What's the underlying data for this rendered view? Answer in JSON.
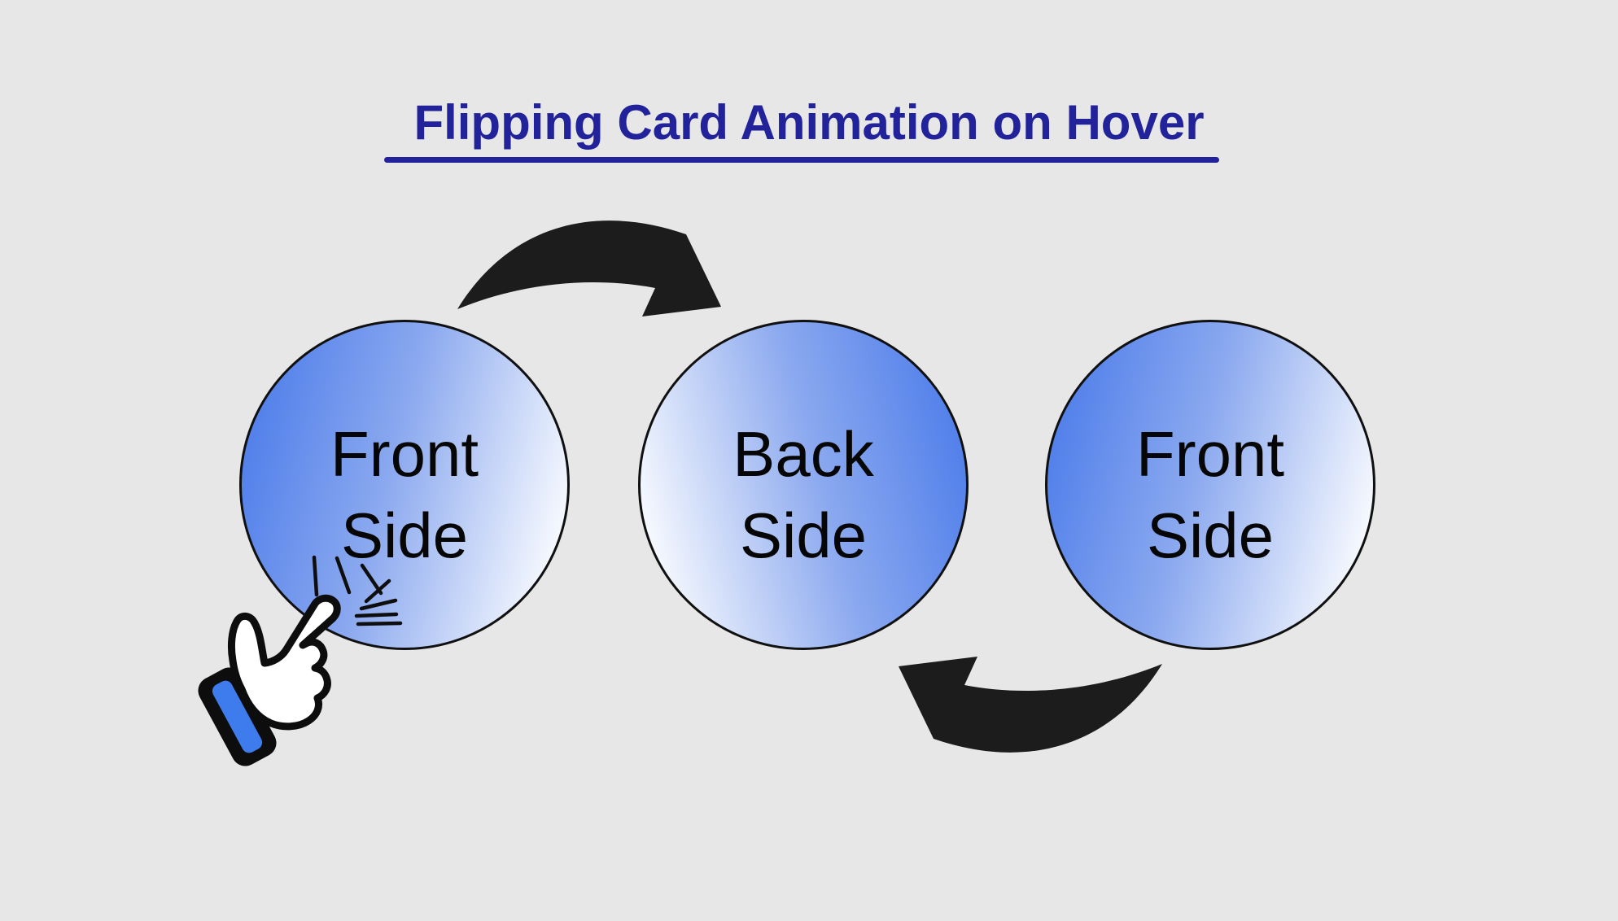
{
  "title": {
    "text": "Flipping Card Animation on Hover"
  },
  "cards": [
    {
      "id": "card-front-1",
      "line1": "Front",
      "line2": "Side"
    },
    {
      "id": "card-back",
      "line1": "Back",
      "line2": "Side"
    },
    {
      "id": "card-front-2",
      "line1": "Front",
      "line2": "Side"
    }
  ],
  "icons": {
    "top_arrow": "curved-arrow-right-icon",
    "bottom_arrow": "curved-arrow-left-icon",
    "click_burst": "click-burst-icon",
    "hand_cursor": "hand-cursor-icon"
  },
  "colors": {
    "background": "#e7e7e7",
    "title": "#22229b",
    "circle_blue": "#4577e9",
    "circle_light": "#fdfeff",
    "arrow": "#1c1c1c",
    "outline": "#101010",
    "cuff_blue": "#3e7cee"
  }
}
